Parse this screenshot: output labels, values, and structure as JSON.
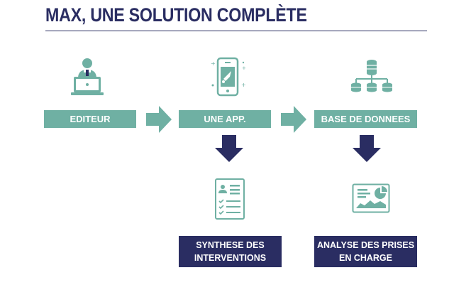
{
  "title": "MAX, UNE SOLUTION COMPLÈTE",
  "boxes": {
    "editeur": "EDITEUR",
    "app": "UNE APP.",
    "base": "BASE DE DONNEES",
    "synthese_line1": "SYNTHESE DES",
    "synthese_line2": "INTERVENTIONS",
    "analyse_line1": "ANALYSE DES PRISES",
    "analyse_line2": "EN CHARGE"
  },
  "icons": [
    "person-laptop-icon",
    "smartphone-rocket-icon",
    "database-hierarchy-icon",
    "report-checklist-icon",
    "analytics-dashboard-icon"
  ],
  "colors": {
    "navy": "#2a2d62",
    "teal": "#6fb0a3"
  }
}
